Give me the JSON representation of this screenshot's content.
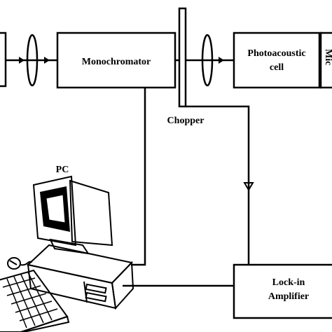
{
  "labels": {
    "monochromator": "Monochromator",
    "chopper": "Chopper",
    "photoacoustic_line1": "Photoacoustic",
    "photoacoustic_line2": "cell",
    "mic": "Mic",
    "pc": "PC",
    "lockin_line1": "Lock-in",
    "lockin_line2": "Amplifier"
  },
  "icons": [
    "lens-icon",
    "computer-icon",
    "keyboard-icon",
    "mouse-icon",
    "arrow-icon"
  ]
}
